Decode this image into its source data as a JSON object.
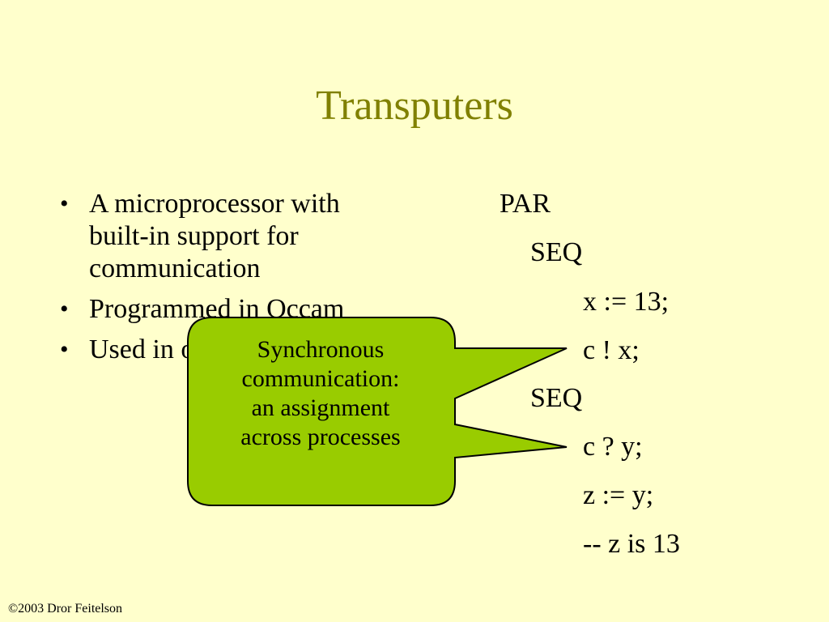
{
  "slide": {
    "title": "Transputers",
    "bullets": [
      "A microprocessor with built-in support for communication",
      "Programmed in Occam",
      "Used in other systems"
    ],
    "code_lines": [
      "PAR",
      "SEQ",
      "x := 13;",
      "c ! x;",
      "SEQ",
      "c ? y;",
      "z := y;",
      "-- z is 13"
    ],
    "callout": {
      "lines": [
        "Synchronous",
        "communication:",
        "an assignment",
        "across processes"
      ],
      "fill_color": "#99cc00"
    },
    "footer": "©2003 Dror Feitelson",
    "colors": {
      "background": "#ffffcc",
      "title": "#808000"
    }
  }
}
